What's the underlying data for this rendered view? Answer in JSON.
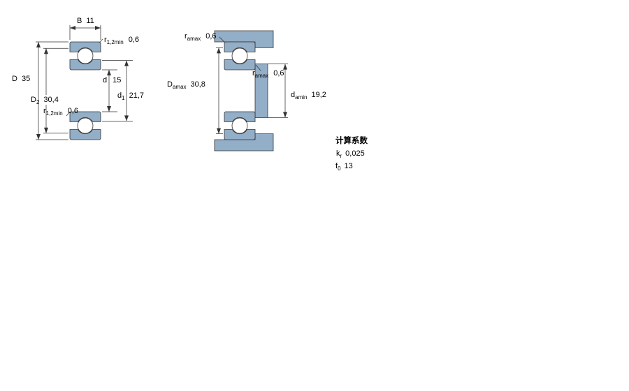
{
  "colors": {
    "bearing_fill": "#93aec7",
    "line": "#333333"
  },
  "left_view": {
    "b": {
      "sym": "B",
      "val": "11"
    },
    "r_top": {
      "sym": "r",
      "sub": "1,2min",
      "val": "0,6"
    },
    "D": {
      "sym": "D",
      "val": "35"
    },
    "D2": {
      "sym": "D",
      "sub": "2",
      "val": "30,4"
    },
    "d": {
      "sym": "d",
      "val": "15"
    },
    "d1": {
      "sym": "d",
      "sub": "1",
      "val": "21,7"
    },
    "r_bottom": {
      "sym": "r",
      "sub": "1,2min",
      "val": "0,6"
    }
  },
  "right_view": {
    "r_a_top": {
      "sym": "r",
      "sub": "amax",
      "val": "0,6"
    },
    "Da": {
      "sym": "D",
      "sub": "amax",
      "val": "30,8"
    },
    "r_a_mid": {
      "sym": "r",
      "sub": "amax",
      "val": "0,6"
    },
    "da": {
      "sym": "d",
      "sub": "amin",
      "val": "19,2"
    }
  },
  "factors": {
    "title": "计算系数",
    "kr": {
      "sym": "k",
      "sub": "r",
      "val": "0,025"
    },
    "f0": {
      "sym": "f",
      "sub": "0",
      "val": "13"
    }
  }
}
